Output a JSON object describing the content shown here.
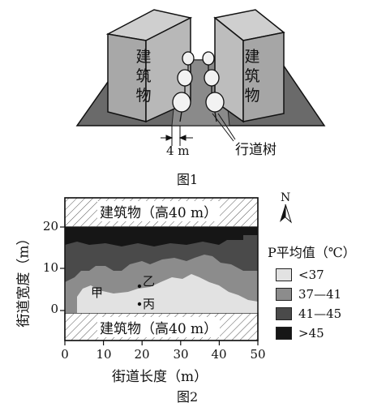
{
  "figure1": {
    "building_left": "建\n筑\n物",
    "building_right": "建\n筑\n物",
    "width_label": "4 m",
    "tree_label": "行道树",
    "caption": "图1"
  },
  "figure2": {
    "caption": "图2",
    "building_top": "建筑物（高40 m）",
    "building_bottom": "建筑物（高40 m）",
    "x_label": "街道长度（m）",
    "y_label": "街道宽度（m）",
    "x_ticks": [
      "0",
      "10",
      "20",
      "30",
      "40",
      "50"
    ],
    "y_ticks": [
      "0",
      "10",
      "20"
    ],
    "points": [
      {
        "label": "甲"
      },
      {
        "label": "乙"
      },
      {
        "label": "丙"
      }
    ],
    "north": "N",
    "legend_title": "P平均值（℃）",
    "legend": [
      {
        "label": "<37",
        "color": "#e2e2e2"
      },
      {
        "label": "37—41",
        "color": "#8c8c8c"
      },
      {
        "label": "41—45",
        "color": "#4a4a4a"
      },
      {
        "label": ">45",
        "color": "#161616"
      }
    ]
  }
}
